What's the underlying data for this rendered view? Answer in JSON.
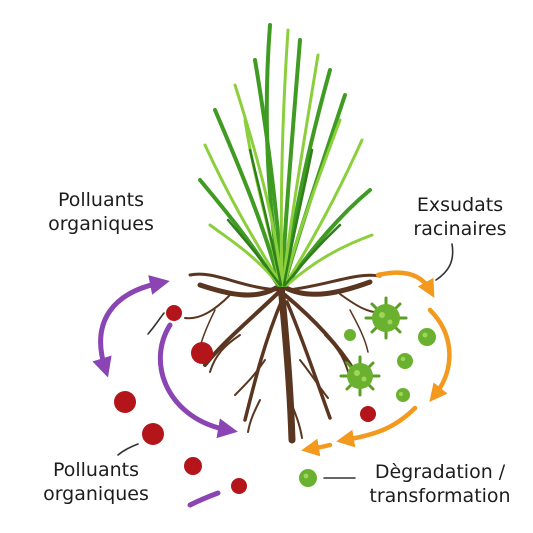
{
  "labels": {
    "left_top": [
      "Polluants",
      "organiques"
    ],
    "left_bottom": [
      "Polluants",
      "organiques"
    ],
    "right_top": [
      "Exsudats",
      "racinaires"
    ],
    "right_bottom": [
      "Dègradation /",
      "transformation"
    ]
  },
  "colors": {
    "grass_dark": "#3f9b22",
    "grass_light": "#8ccf3c",
    "root": "#5a3620",
    "pollutant": "#b3151a",
    "microbe": "#6ab12f",
    "arrow_purple": "#8a44b3",
    "arrow_orange": "#f39a1e",
    "leader": "#333333"
  },
  "icons": {
    "plant": "grass-tuft-icon",
    "roots": "root-system-icon",
    "pollutant": "pollutant-droplet-icon",
    "microbe": "microbe-icon",
    "arrow": "curved-arrow-icon"
  }
}
